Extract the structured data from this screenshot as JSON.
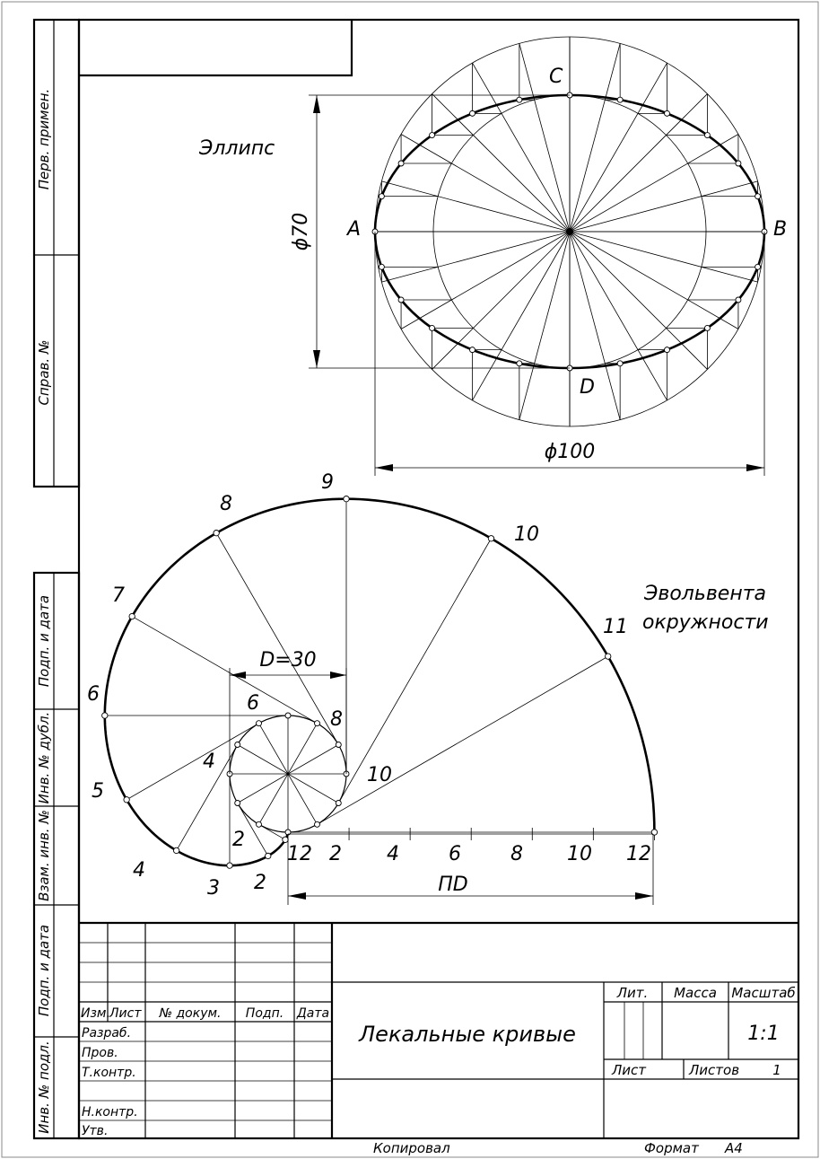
{
  "left_strip": {
    "perv_primen": "Перв. примен.",
    "sprav_no": "Справ. №",
    "podp_data_1": "Подп. и дата",
    "inv_dubl": "Инв. № дубл.",
    "vzam_inv": "Взам. инв. №",
    "podp_data_2": "Подп. и дата",
    "inv_podl": "Инв. № подл."
  },
  "ellipse": {
    "title": "Эллипс",
    "label_a": "A",
    "label_b": "B",
    "label_c": "C",
    "label_d": "D",
    "dim_minor": "ϕ70",
    "dim_major": "ϕ100"
  },
  "involute": {
    "title_line1": "Эвольвента",
    "title_line2": "окружности",
    "dim_diameter": "D=30",
    "dim_pd": "ПD",
    "outer_labels": [
      "2",
      "3",
      "4",
      "5",
      "6",
      "7",
      "8",
      "9",
      "10",
      "11",
      "12"
    ],
    "circle_labels": [
      "2",
      "4",
      "6",
      "8",
      "10",
      "12"
    ],
    "scale_labels": [
      "2",
      "4",
      "6",
      "8",
      "10",
      "12"
    ]
  },
  "title_block": {
    "header": {
      "izm": "Изм.",
      "list": "Лист",
      "dokum": "№ докум.",
      "podp": "Подп.",
      "data": "Дата"
    },
    "rows": {
      "razrab": "Разраб.",
      "prov": "Пров.",
      "tkontr": "Т.контр.",
      "nkontr": "Н.контр.",
      "utv": "Утв."
    },
    "drawing_title": "Лекальные кривые",
    "lit": "Лит.",
    "massa": "Масса",
    "masshtab": "Масштаб",
    "scale_value": "1:1",
    "sheet_label": "Лист",
    "sheets_label": "Листов",
    "sheets_value": "1"
  },
  "footer": {
    "copied": "Копировал",
    "format_label": "Формат",
    "format_value": "А4"
  }
}
